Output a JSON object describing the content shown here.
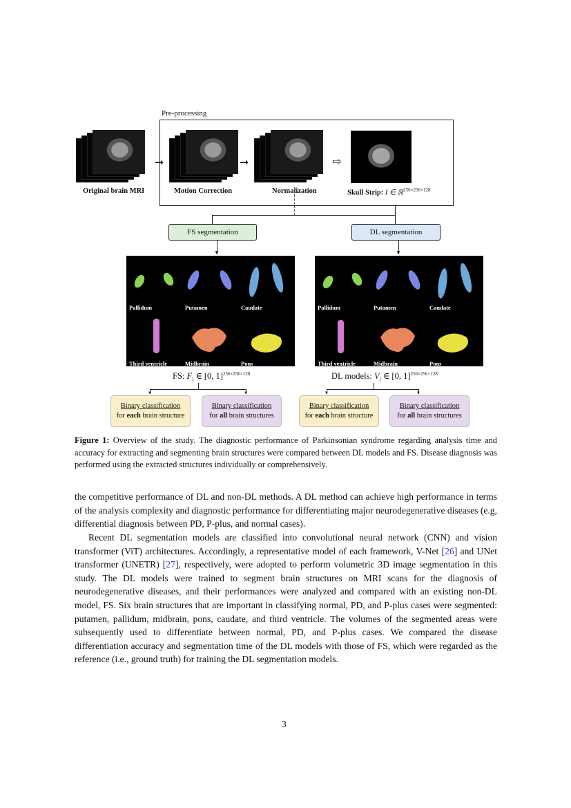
{
  "figure": {
    "preprocessing_title": "Pre-processing",
    "steps": {
      "original": "Original brain MRI",
      "motion": "Motion Correction",
      "normalization": "Normalization",
      "skull_prefix": "Skull Strip:",
      "skull_math": "I ∈ ℝ",
      "skull_sup": "256×256×128"
    },
    "fs_seg_label": "FS segmentation",
    "dl_seg_label": "DL segmentation",
    "structures": [
      "Pallidum",
      "Putamen",
      "Caudate",
      "Third ventricle",
      "Midbrain",
      "Pons"
    ],
    "fs_output_prefix": "FS: ",
    "fs_output_math": "F",
    "fs_output_sub": "i",
    "fs_output_set": " ∈ [0, 1]",
    "output_sup": "256×256×128",
    "dl_output_prefix": "DL models: ",
    "dl_output_math": "V",
    "dl_output_sub": "i",
    "dl_output_set": " ∈ [0, 1]",
    "cls_title": "Binary classification",
    "cls_each_pre": "for ",
    "cls_each_bold": "each",
    "cls_all_bold": "all",
    "cls_post": " brain structure",
    "cls_post_plural": " brain structures",
    "colors": {
      "fs_box": "#dcefd9",
      "dl_box": "#dde8f7",
      "each_box": "#fbefc9",
      "all_box": "#e6d8ee"
    }
  },
  "caption": {
    "label": "Figure 1:",
    "text": " Overview of the study. The diagnostic performance of Parkinsonian syndrome regarding analysis time and accuracy for extracting and segmenting brain structures were compared between DL models and FS. Disease diagnosis was performed using the extracted structures individually or comprehensively."
  },
  "body": {
    "p1": "the competitive performance of DL and non-DL methods. A DL method can achieve high performance in terms of the analysis complexity and diagnostic performance for differentiating major neurodegenerative diseases (e.g, differential diagnosis between PD, P-plus, and normal cases).",
    "p2_a": "Recent DL segmentation models are classified into convolutional neural network (CNN) and vision transformer (ViT) architectures. Accordingly, a representative model of each framework, V-Net [",
    "ref1": "26",
    "p2_b": "] and UNet transformer (UNETR) [",
    "ref2": "27",
    "p2_c": "], respectively, were adopted to perform volumetric 3D image segmentation in this study. The DL models were trained to segment brain structures on MRI scans for the diagnosis of neurodegenerative diseases, and their performances were analyzed and compared with an existing non-DL model, FS. Six brain structures that are important in classifying normal, PD, and P-plus cases were segmented: putamen, pallidum, midbrain, pons, caudate, and third ventricle. The volumes of the segmented areas were subsequently used to differentiate between normal, PD, and P-plus cases. We compared the disease differentiation accuracy and segmentation time of the DL models with those of FS, which were regarded as the reference (i.e., ground truth) for training the DL segmentation models."
  },
  "page_number": "3"
}
